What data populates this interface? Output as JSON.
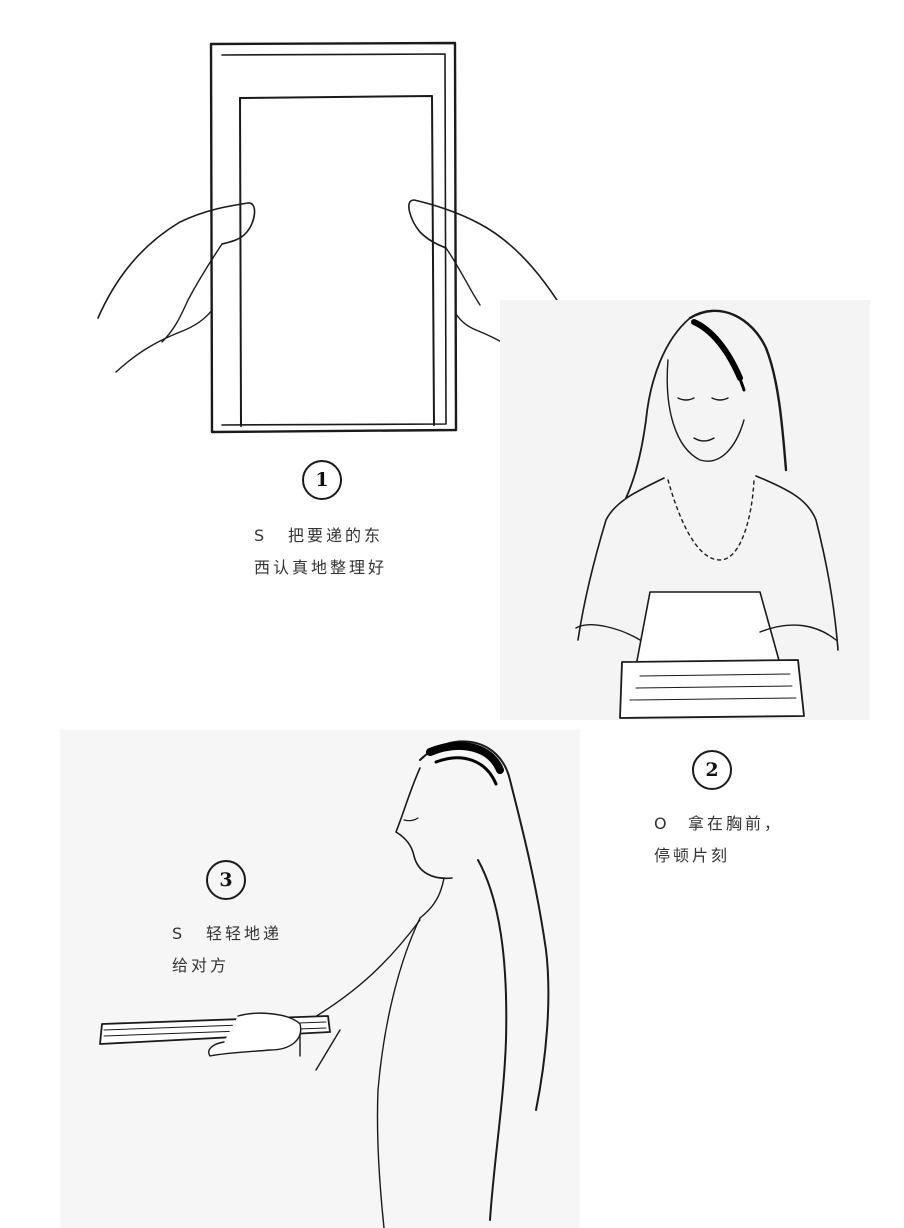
{
  "steps": [
    {
      "number": "1",
      "marker": "S",
      "line1": "把要递的东",
      "line2": "西认真地整理好"
    },
    {
      "number": "2",
      "marker": "O",
      "line1": "拿在胸前，",
      "line2": "停顿片刻"
    },
    {
      "number": "3",
      "marker": "S",
      "line1": "轻轻地递",
      "line2": "给对方"
    }
  ],
  "colors": {
    "ink": "#1a1a1a",
    "text": "#333333",
    "shade": "#f0f0f0"
  }
}
